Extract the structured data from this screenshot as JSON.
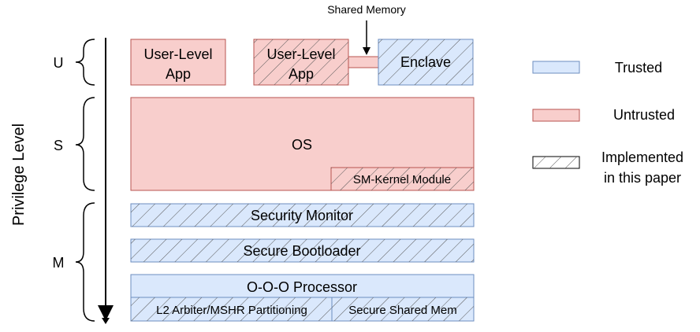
{
  "axis_label": "Privilege Level",
  "levels": {
    "u": "U",
    "s": "S",
    "m": "M"
  },
  "shared_memory_label": "Shared Memory",
  "blocks": {
    "user_app_1_line1": "User-Level",
    "user_app_1_line2": "App",
    "user_app_2_line1": "User-Level",
    "user_app_2_line2": "App",
    "enclave": "Enclave",
    "os": "OS",
    "sm_kernel_module": "SM-Kernel Module",
    "security_monitor": "Security Monitor",
    "secure_bootloader": "Secure Bootloader",
    "processor": "O-O-O Processor",
    "l2_arbiter": "L2 Arbiter/MSHR Partitioning",
    "secure_shared_mem": "Secure Shared Mem"
  },
  "legend": {
    "trusted": "Trusted",
    "untrusted": "Untrusted",
    "implemented_line1": "Implemented",
    "implemented_line2": "in this paper"
  },
  "colors": {
    "trusted_fill": "#dae8fc",
    "trusted_stroke": "#6c8ebf",
    "untrusted_fill": "#f8cecc",
    "untrusted_stroke": "#b85450",
    "hatch": "#555555"
  }
}
